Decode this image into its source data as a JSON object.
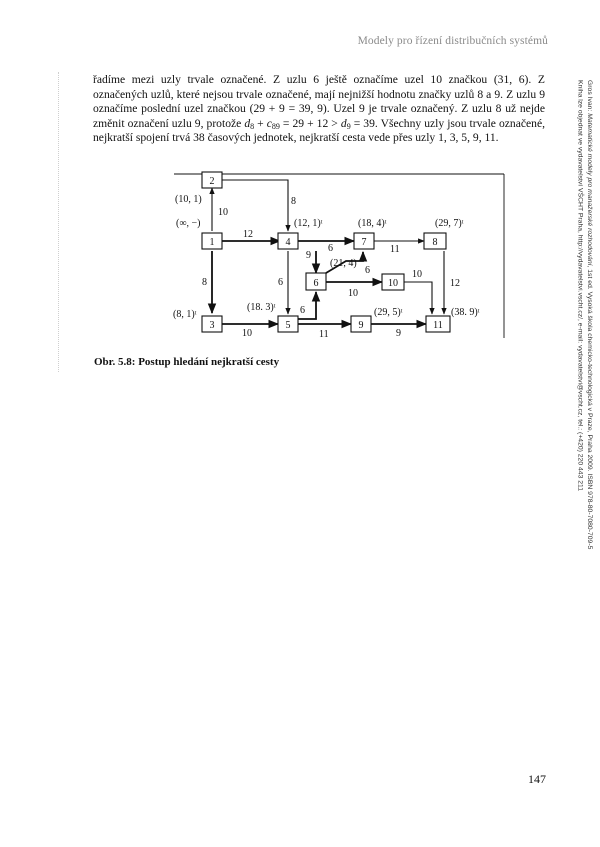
{
  "header": {
    "title": "Modely pro řízení distribučních systémů"
  },
  "body": {
    "paragraph": {
      "part1": "řadíme mezi uzly trvale označené. Z uzlu 6 ještě označíme uzel 10 značkou (31, 6). Z označených uzlů, které nejsou trvale označené, mají nejnižší hodnotu značky uzlů 8 a 9. Z uzlu 9 označíme poslední uzel značkou (29 + 9 = 39, 9). Uzel 9 je trvale označený. Z uzlu 8 už nejde změnit označení uzlu 9, protože ",
      "d8_var": "d",
      "d8_sub": "8",
      "plus": " + ",
      "c89_var": "c",
      "c89_sub": "89",
      "mid": " = 29 + 12 > ",
      "d9_var": "d",
      "d9_sub": "9",
      "part2": " = 39. Všechny uzly jsou trvale označené, nejkratší spojení trvá 38 časových jednotek, nejkratší cesta vede přes uzly 1, 3, 5, 9, 11."
    }
  },
  "figure": {
    "nodes": {
      "n1": "1",
      "n2": "2",
      "n3": "3",
      "n4": "4",
      "n5": "5",
      "n6": "6",
      "n7": "7",
      "n8": "8",
      "n9": "9",
      "n10": "10",
      "n11": "11"
    },
    "edge_weights": {
      "e1_2": "10",
      "e1_4": "12",
      "e1_3": "8",
      "e2_4": "8",
      "e4_7": "6",
      "e4_6": "9",
      "e4_5": "6",
      "e5_6": "6",
      "e6_7": "6",
      "e6_10": "10",
      "e7_8": "11",
      "e8_11": "12",
      "e10_11": "10",
      "e3_5": "10",
      "e5_9": "11",
      "e9_11": "9"
    },
    "labels": {
      "n2_label": "(10, 1)",
      "n1_label": "(∞, −)",
      "n4_label": "(12, 1)ᵗ",
      "n7_label": "(18, 4)ᵗ",
      "n8_label": "(29, 7)ᵗ",
      "n6_label": "(21, 4)",
      "n5_label": "(18. 3)ᵗ",
      "n3_label": "(8, 1)ᵗ",
      "n9_label": "(29, 5)ᵗ",
      "n11_label": "(38. 9)ᵗ"
    },
    "caption": "Obr. 5.8: Postup hledání nejkratší cesty"
  },
  "side_note": {
    "line1_prefix": "Gros Ivan: ",
    "line1_italic": "Matematické modely pro manažerské rozhodování",
    "line1_suffix": ", 1st ed. Vysoká škola chemicko-technologická v Praze, Praha 2009. ISBN 978-80-7080-709-5",
    "line2": "Kniha lze objednat ve vydavatelství VŠCHT Praha, http://vydavatelstvi.vscht.cz/, e-mail: vydavatelstvi@vscht.cz, tel.: (+420) 220 443 211"
  },
  "page_number": "147"
}
